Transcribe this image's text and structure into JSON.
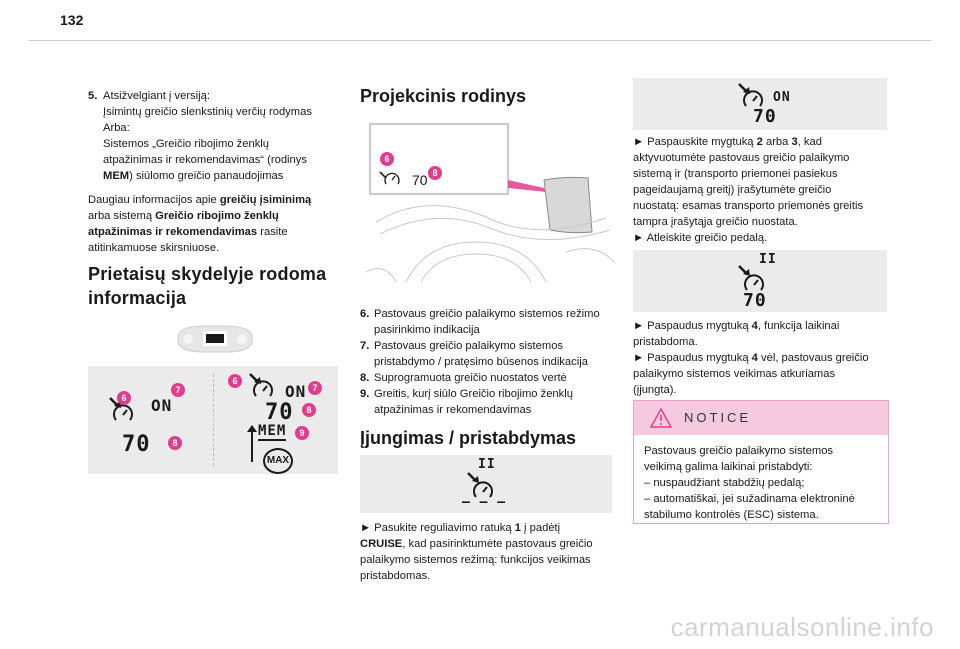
{
  "page": {
    "number": "132"
  },
  "col1": {
    "item5_num": "5.",
    "item5_line1": "Atsižvelgiant į versiją:",
    "item5_line2": "Įsimintų greičio slenkstinių verčių rodymas",
    "item5_line3": "Arba:",
    "item5_line4": "Sistemos „Greičio ribojimo ženklų",
    "item5_line5": "atpažinimas ir rekomendavimas“ (rodinys",
    "item5_mem": "MEM",
    "item5_line6_rest": ") siūlomo greičio panaudojimas",
    "para_1": "Daugiau informacijos apie ",
    "para_b1": "greičių įsiminimą",
    "para_2": "arba sistemą ",
    "para_b2": "Greičio ribojimo ženklų",
    "para_b3": "atpažinimas ir rekomendavimas",
    "para_3": " rasite",
    "para_4": "atitinkamuose skirsniuose.",
    "heading_line1": "Prietaisų skydelyje rodoma",
    "heading_line2": "informacija",
    "panel": {
      "left_on": "ON",
      "left_speed": "70",
      "right_on": "ON",
      "right_speed": "70",
      "mem": "MEM",
      "max": "MAX",
      "badges": [
        "6",
        "7",
        "8",
        "6",
        "7",
        "8",
        "9"
      ]
    }
  },
  "col2": {
    "heading": "Projekcinis rodinys",
    "hud_speed": "70",
    "hud_badges": [
      "6",
      "8"
    ],
    "list": [
      {
        "num": "6.",
        "lines": [
          "Pastovaus greičio palaikymo sistemos režimo",
          "pasirinkimo indikacija"
        ]
      },
      {
        "num": "7.",
        "lines": [
          "Pastovaus greičio palaikymo sistemos",
          "pristabdymo / pratęsimo būsenos indikacija"
        ]
      },
      {
        "num": "8.",
        "lines": [
          "Suprogramuota greičio nuostatos vertė"
        ]
      },
      {
        "num": "9.",
        "lines": [
          "Greitis, kurį siūlo Greičio ribojimo ženklų",
          "atpažinimas ir rekomendavimas"
        ]
      }
    ],
    "heading2": "Įjungimas / pristabdymas",
    "pause": "II",
    "dashes": "– – –",
    "p1": "► Pasukite reguliavimo ratuką ",
    "p1_b": "1",
    "p1_rest": " į padėtį",
    "p2_b": "CRUISE",
    "p2_rest": ", kad pasirinktumėte pastovaus greičio",
    "p3": "palaikymo sistemos režimą: funkcijos veikimas",
    "p4": "pristabdomas."
  },
  "col3": {
    "img1_on": "ON",
    "img1_speed": "70",
    "a1": "► Paspauskite mygtuką ",
    "a1_b1": "2",
    "a1_mid": " arba ",
    "a1_b2": "3",
    "a1_end": ", kad",
    "a2": "aktyvuotumėte pastovaus greičio palaikymo",
    "a3": "sistemą ir (transporto priemonei pasiekus",
    "a4": "pageidaujamą greitį) įrašytumėte greičio",
    "a5": "nuostatą: esamas transporto priemonės greitis",
    "a6": "tampra įrašytąja greičio nuostata.",
    "a7": "► Atleiskite greičio pedalą.",
    "img2_pause": "II",
    "img2_speed": "70",
    "b1": "► Paspaudus mygtuką ",
    "b1_b": "4",
    "b1_end": ", funkcija laikinai",
    "b2": "pristabdoma.",
    "b3": "► Paspaudus mygtuką ",
    "b3_b": "4",
    "b3_end": " vėl, pastovaus greičio",
    "b4": "palaikymo sistemos veikimas atkuriamas",
    "b5": "(įjungta).",
    "notice_title": "NOTICE",
    "notice_lines": [
      "Pastovaus greičio palaikymo sistemos",
      "veikimą galima laikinai pristabdyti:",
      "– nuspaudžiant stabdžių pedalą;",
      "– automatiškai, jei sužadinama elektroninė",
      "stabilumo kontrolės (ESC) sistema."
    ]
  },
  "watermark": "carmanualsonline.info"
}
